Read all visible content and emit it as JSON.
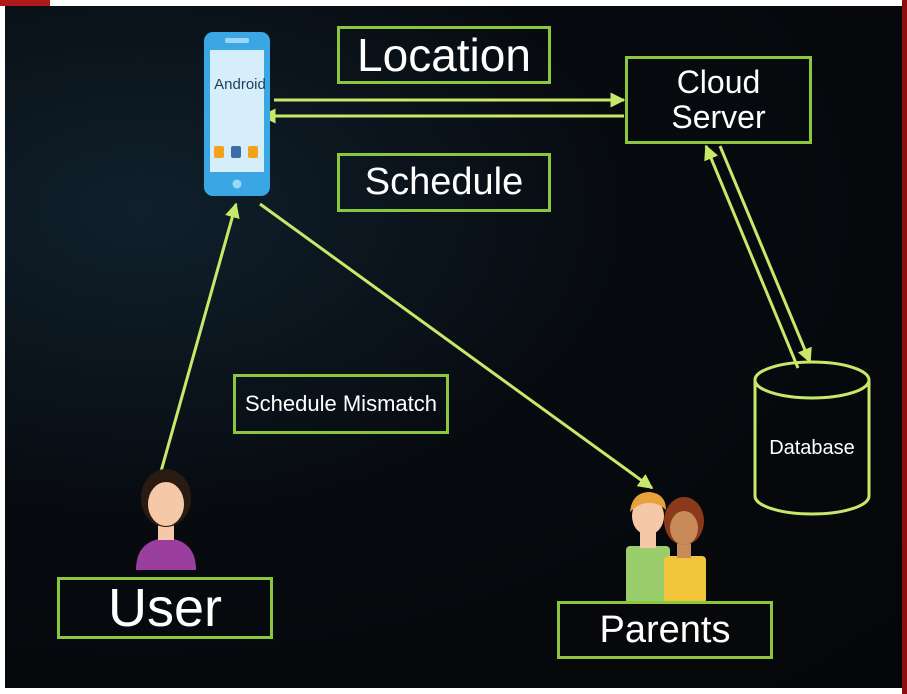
{
  "nodes": {
    "android": "Android",
    "location": "Location",
    "schedule": "Schedule",
    "cloud_server": [
      "Cloud",
      "Server"
    ],
    "schedule_mismatch": "Schedule Mismatch",
    "database": "Database",
    "user": "User",
    "parents": "Parents"
  },
  "colors": {
    "arrow": "#c8e86a",
    "box_border": "#8cc63f",
    "text": "#ffffff"
  }
}
